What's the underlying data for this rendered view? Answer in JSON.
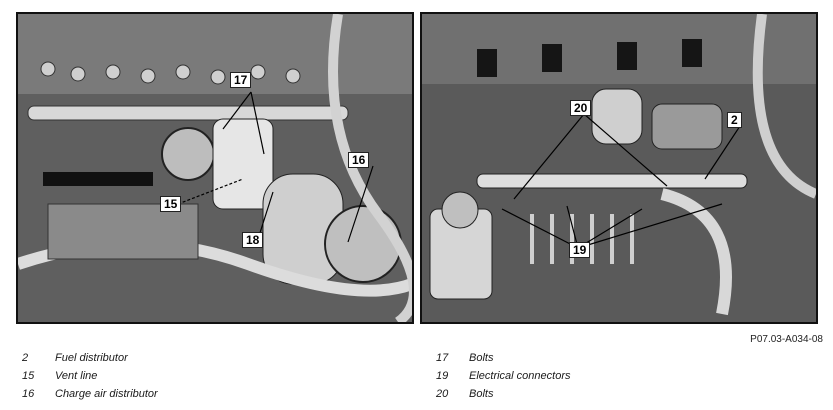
{
  "figure": {
    "reference": "P07.03-A034-08",
    "left_photo": {
      "callouts": [
        "17",
        "16",
        "15",
        "18"
      ]
    },
    "right_photo": {
      "callouts": [
        "20",
        "2",
        "19"
      ]
    }
  },
  "legend": {
    "left": [
      {
        "num": "2",
        "label": "Fuel distributor"
      },
      {
        "num": "15",
        "label": "Vent line"
      },
      {
        "num": "16",
        "label": "Charge air distributor"
      }
    ],
    "right": [
      {
        "num": "17",
        "label": "Bolts"
      },
      {
        "num": "19",
        "label": "Electrical connectors"
      },
      {
        "num": "20",
        "label": "Bolts"
      }
    ]
  }
}
